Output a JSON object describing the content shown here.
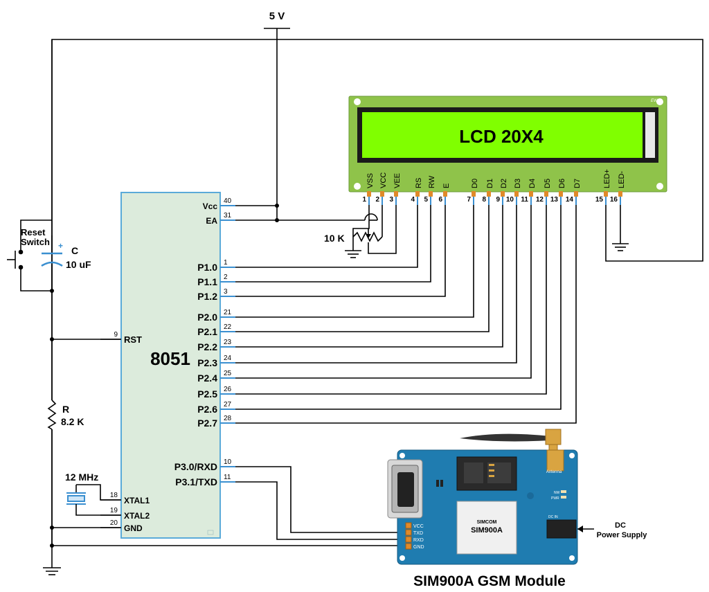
{
  "supply": {
    "label": "5 V"
  },
  "lcd": {
    "title": "LCD 20X4",
    "corner_mark": "EW",
    "colors": {
      "board": "#8fc34a",
      "screen": "#80ff00",
      "frame": "#1a1a1a"
    },
    "pins": [
      {
        "name": "VSS",
        "num": "1"
      },
      {
        "name": "VCC",
        "num": "2"
      },
      {
        "name": "VEE",
        "num": "3"
      },
      {
        "name": "RS",
        "num": "4"
      },
      {
        "name": "RW",
        "num": "5"
      },
      {
        "name": "E",
        "num": "6"
      },
      {
        "name": "D0",
        "num": "7"
      },
      {
        "name": "D1",
        "num": "8"
      },
      {
        "name": "D2",
        "num": "9"
      },
      {
        "name": "D3",
        "num": "10"
      },
      {
        "name": "D4",
        "num": "11"
      },
      {
        "name": "D5",
        "num": "12"
      },
      {
        "name": "D6",
        "num": "13"
      },
      {
        "name": "D7",
        "num": "14"
      },
      {
        "name": "LED+",
        "num": "15"
      },
      {
        "name": "LED-",
        "num": "16"
      }
    ]
  },
  "pot": {
    "label": "10 K"
  },
  "mcu": {
    "name": "8051",
    "colors": {
      "body": "#dcebdc",
      "outline": "#5aaad8"
    },
    "pins": [
      {
        "name": "Vcc",
        "num": "40"
      },
      {
        "name": "EA",
        "num": "31"
      },
      {
        "name": "P1.0",
        "num": "1"
      },
      {
        "name": "P1.1",
        "num": "2"
      },
      {
        "name": "P1.2",
        "num": "3"
      },
      {
        "name": "P2.0",
        "num": "21"
      },
      {
        "name": "P2.1",
        "num": "22"
      },
      {
        "name": "P2.2",
        "num": "23"
      },
      {
        "name": "P2.3",
        "num": "24"
      },
      {
        "name": "P2.4",
        "num": "25"
      },
      {
        "name": "P2.5",
        "num": "26"
      },
      {
        "name": "P2.6",
        "num": "27"
      },
      {
        "name": "P2.7",
        "num": "28"
      },
      {
        "name": "P3.0/RXD",
        "num": "10"
      },
      {
        "name": "P3.1/TXD",
        "num": "11"
      },
      {
        "name": "RST",
        "num": "9"
      },
      {
        "name": "XTAL1",
        "num": "18"
      },
      {
        "name": "XTAL2",
        "num": "19"
      },
      {
        "name": "GND",
        "num": "20"
      }
    ]
  },
  "reset": {
    "line1": "Reset",
    "line2": "Switch"
  },
  "capacitor": {
    "name": "C",
    "value": "10 uF"
  },
  "resistor": {
    "name": "R",
    "value": "8.2 K"
  },
  "crystal": {
    "label": "12 MHz"
  },
  "gsm": {
    "caption": "SIM900A GSM Module",
    "chip_brand": "SIMCOM",
    "chip_model": "SIM900A",
    "antenna_label": "Antenna",
    "nw_label": "NW",
    "pwr_label": "PWR",
    "dcin_label": "DC IN",
    "pins": [
      "VCC",
      "TXD",
      "RXD",
      "GND"
    ],
    "colors": {
      "board": "#1f7cb0",
      "chip": "#f0f0f0"
    }
  },
  "dc_supply": {
    "line1": "DC",
    "line2": "Power Supply"
  }
}
